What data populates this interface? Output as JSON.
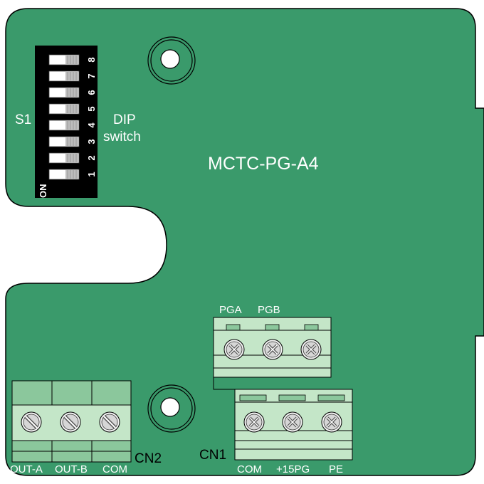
{
  "board": {
    "model": "MCTC-PG-A4",
    "pcb_color": "#3a9a6b",
    "outline_color": "#000000"
  },
  "dip_switch": {
    "ref": "S1",
    "label_line1": "DIP",
    "label_line2": "switch",
    "on_label": "ON",
    "positions": [
      "1",
      "2",
      "3",
      "4",
      "5",
      "6",
      "7",
      "8"
    ]
  },
  "cn1": {
    "ref": "CN1",
    "upper_pins": [
      "PGA",
      "PGB"
    ],
    "lower_pins": [
      "COM",
      "+15PG",
      "PE"
    ],
    "terminal_color": "#c4e6c8"
  },
  "cn2": {
    "ref": "CN2",
    "pins": [
      "OUT-A",
      "OUT-B",
      "COM"
    ],
    "terminal_color": "#c4e6c8"
  }
}
